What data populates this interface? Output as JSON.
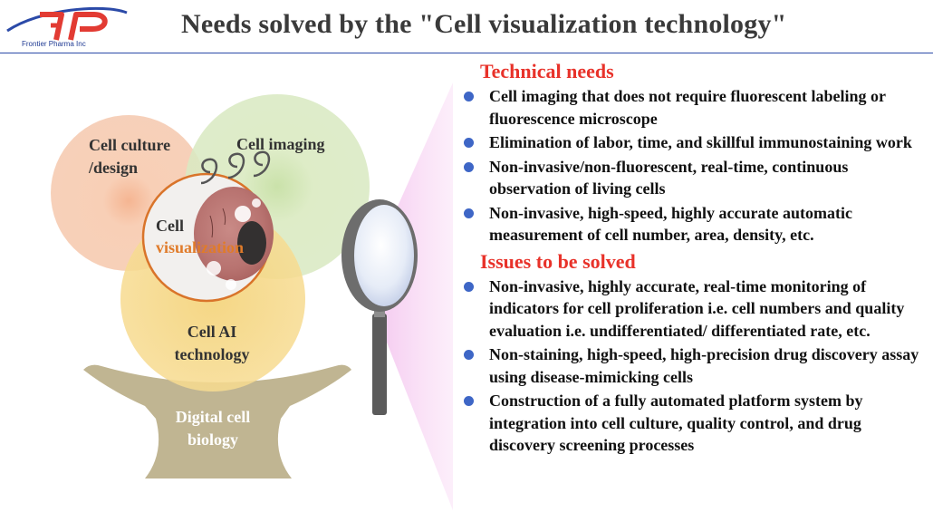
{
  "header": {
    "logo_text": "Frontier Pharma Inc",
    "title": "Needs solved by the \"Cell visualization technology\""
  },
  "diagram": {
    "circle_culture": "Cell culture\n/design",
    "circle_imaging": "Cell imaging",
    "circle_ai": "Cell AI\ntechnology",
    "center_word_1": "Cell",
    "center_word_2": "visualization",
    "base_label": "Digital cell\nbiology"
  },
  "technical_needs": {
    "heading": "Technical needs",
    "items": [
      "Cell imaging that does not require fluorescent labeling or fluorescence microscope",
      "Elimination of labor, time, and skillful immunostaining work",
      "Non-invasive/non-fluorescent, real-time, continuous observation of living cells",
      "Non-invasive, high-speed, highly accurate automatic measurement of cell number, area, density, etc."
    ]
  },
  "issues": {
    "heading": "Issues to be solved",
    "items": [
      "Non-invasive, highly accurate, real-time monitoring of indicators for cell proliferation i.e. cell numbers and quality evaluation i.e. undifferentiated/ differentiated rate, etc.",
      "Non-staining, high-speed, high-precision drug discovery assay using disease-mimicking cells",
      "Construction of a fully automated platform system by integration into cell culture, quality control, and drug discovery screening processes"
    ]
  },
  "colors": {
    "title_text": "#3a3a3a",
    "section_heading": "#e8322a",
    "bullet": "#3e66c6",
    "visualization_text": "#e07b2a"
  }
}
